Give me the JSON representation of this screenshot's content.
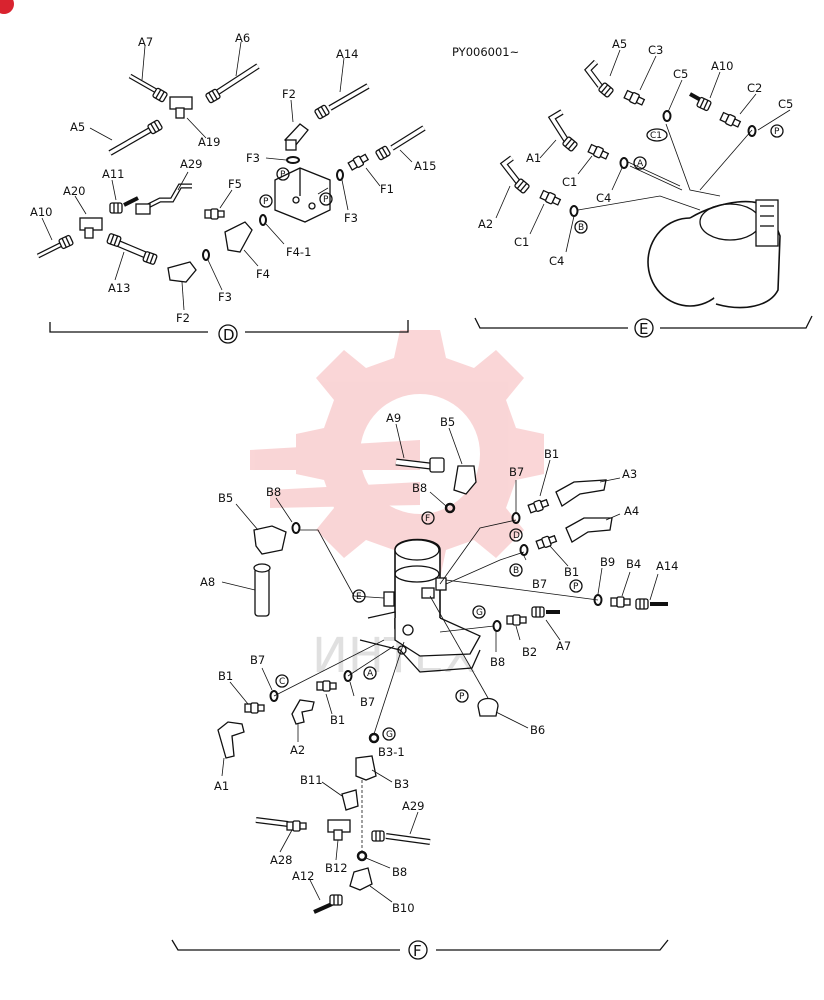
{
  "header": {
    "serial": "PY006001~"
  },
  "watermark": {
    "text": "ИНТЕХ",
    "color": "#e8454a"
  },
  "sections": {
    "d": "D",
    "e": "E",
    "f": "F"
  },
  "tags": {
    "p": "P",
    "a": "A",
    "b": "B",
    "c": "C",
    "c1": "C1",
    "d": "D",
    "e": "E",
    "f": "F",
    "g": "G"
  },
  "labels": {
    "d_a7": "A7",
    "d_a6": "A6",
    "d_a14": "A14",
    "d_f2t": "F2",
    "d_a5": "A5",
    "d_a19": "A19",
    "d_f3a": "F3",
    "d_a15": "A15",
    "d_a29": "A29",
    "d_f1": "F1",
    "d_a11": "A11",
    "d_f5": "F5",
    "d_a20": "A20",
    "d_a10": "A10",
    "d_f3b": "F3",
    "d_f41": "F4-1",
    "d_a13": "A13",
    "d_f4": "F4",
    "d_f3c": "F3",
    "d_f2b": "F2",
    "e_a5": "A5",
    "e_c3": "C3",
    "e_c5a": "C5",
    "e_a10": "A10",
    "e_c2": "C2",
    "e_c5b": "C5",
    "e_a1": "A1",
    "e_c1a": "C1",
    "e_c4a": "C4",
    "e_a2": "A2",
    "e_c1b": "C1",
    "e_c4b": "C4",
    "f_a9": "A9",
    "f_b5t": "B5",
    "f_b8t": "B8",
    "f_b7a": "B7",
    "f_b1a": "B1",
    "f_a3": "A3",
    "f_b5": "B5",
    "f_b8": "B8",
    "f_a4": "A4",
    "f_b7b": "B7",
    "f_b1b": "B1",
    "f_b9": "B9",
    "f_b4": "B4",
    "f_a14": "A14",
    "f_a8": "A8",
    "f_b8c": "B8",
    "f_b2": "B2",
    "f_a7": "A7",
    "f_b7c": "B7",
    "f_b1c": "B1",
    "f_b7d": "B7",
    "f_b1d": "B1",
    "f_a2": "A2",
    "f_a1": "A1",
    "f_b6": "B6",
    "f_b31": "B3-1",
    "f_b3": "B3",
    "f_b11": "B11",
    "f_a29": "A29",
    "f_a28": "A28",
    "f_b12": "B12",
    "f_b8d": "B8",
    "f_a12": "A12",
    "f_b10": "B10"
  }
}
